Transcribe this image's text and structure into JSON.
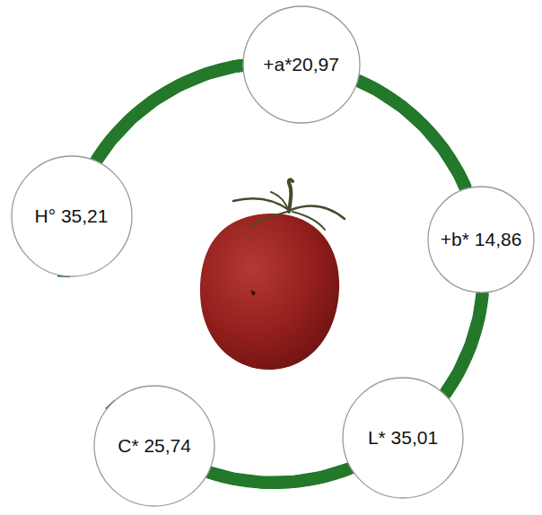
{
  "diagram": {
    "nodes": [
      {
        "text": [
          "+a*20,97"
        ]
      },
      {
        "text": [
          "H° 35,21"
        ]
      },
      {
        "text": [
          "+b* 14,86"
        ]
      },
      {
        "text": [
          "C* 25,74"
        ]
      },
      {
        "text": [
          "L* 35,01"
        ]
      }
    ],
    "edges": [
      {
        "from": 0,
        "to": 2,
        "arrow": "none"
      },
      {
        "from": 2,
        "to": 4,
        "arrow": "none"
      },
      {
        "from": 4,
        "to": 3,
        "arrow": "none"
      },
      {
        "from": 3,
        "to": 1,
        "arrow": "none"
      },
      {
        "from": 1,
        "to": 0,
        "arrow": "none"
      }
    ]
  }
}
